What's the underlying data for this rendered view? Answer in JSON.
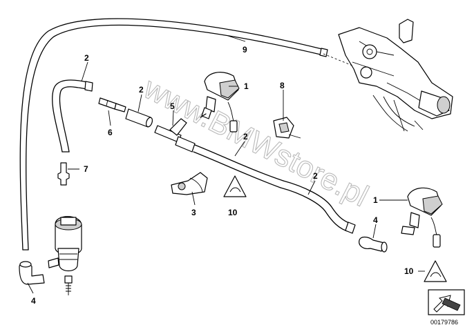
{
  "watermark": "www.BMWstore.pl",
  "diagram_code": "00179786",
  "callouts": [
    {
      "id": "c9",
      "label": "9"
    },
    {
      "id": "c2a",
      "label": "2"
    },
    {
      "id": "c2b",
      "label": "2"
    },
    {
      "id": "c1a",
      "label": "1"
    },
    {
      "id": "c8",
      "label": "8"
    },
    {
      "id": "c5",
      "label": "5"
    },
    {
      "id": "c6",
      "label": "6"
    },
    {
      "id": "c7",
      "label": "7"
    },
    {
      "id": "c2c",
      "label": "2"
    },
    {
      "id": "c2d",
      "label": "2"
    },
    {
      "id": "c3",
      "label": "3"
    },
    {
      "id": "c10a",
      "label": "10"
    },
    {
      "id": "c1b",
      "label": "1"
    },
    {
      "id": "c4a",
      "label": "4"
    },
    {
      "id": "c10b",
      "label": "10"
    },
    {
      "id": "c4b",
      "label": "4"
    }
  ],
  "icons": {
    "warning_triangle": "warning-triangle-icon",
    "navigation_arrow": "navigation-arrow-icon"
  }
}
